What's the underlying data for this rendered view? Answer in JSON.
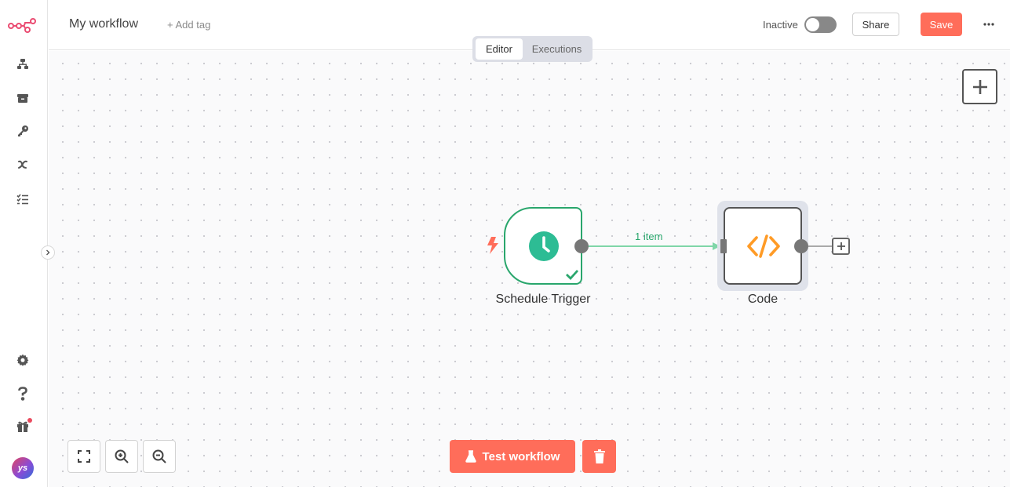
{
  "app": {
    "workflow_title": "My workflow",
    "add_tag": "+ Add tag",
    "status_label": "Inactive",
    "share_label": "Share",
    "save_label": "Save",
    "active": false
  },
  "tabs": [
    {
      "label": "Editor",
      "active": true
    },
    {
      "label": "Executions",
      "active": false
    }
  ],
  "sidebar": {
    "avatar_initials": "ys",
    "top_icons": [
      "workflows-icon",
      "templates-icon",
      "credentials-icon",
      "variables-icon",
      "executions-icon"
    ],
    "bottom_icons": [
      "settings-icon",
      "help-icon",
      "gift-icon"
    ],
    "notification_dot": true
  },
  "nodes": [
    {
      "name": "Schedule Trigger",
      "icon": "clock-icon",
      "status": "success"
    },
    {
      "name": "Code",
      "icon": "code-icon"
    }
  ],
  "connection": {
    "label": "1 item"
  },
  "controls": {
    "test_label": "Test workflow"
  },
  "colors": {
    "brand": "#ff6d5a",
    "success": "#29a66c",
    "code_icon": "#ff9b26",
    "logo": "#ea4b71"
  }
}
